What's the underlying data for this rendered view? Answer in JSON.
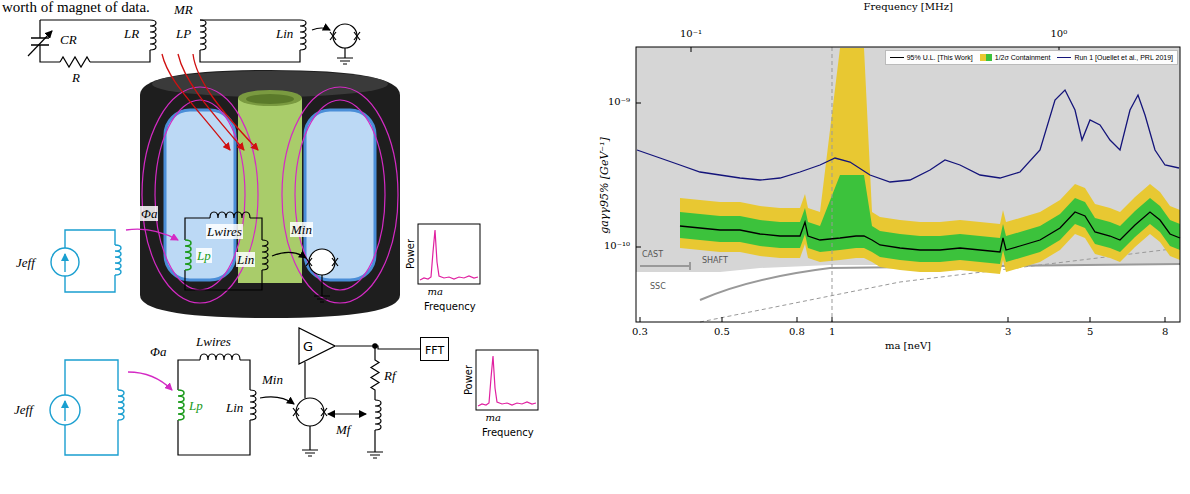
{
  "diagram": {
    "nodes": [
      {
        "text": [
          "Power",
          "ma",
          "Frequency"
        ]
      },
      {
        "text": [
          "G"
        ]
      },
      {
        "text": [
          "FFT"
        ]
      },
      {
        "text": [
          "Power",
          "ma",
          "Frequency"
        ]
      }
    ],
    "edges": [
      {
        "from": 1,
        "to": 2,
        "arrow": "none"
      }
    ],
    "labels": [
      "worth of magnet of data.",
      "MR",
      "CR",
      "LR",
      "LP",
      "Lin",
      "R",
      "Φa",
      "Jeff",
      "Lwires",
      "Lp",
      "Lin",
      "Min",
      "Φa",
      "Lwires",
      "Jeff",
      "Lp",
      "Lin",
      "Min",
      "Rf",
      "Mf",
      "Frequency [MHz]",
      "10⁻¹",
      "10⁰",
      "10⁻⁹",
      "10⁻¹⁰",
      "gaγγ95% [GeV⁻¹]",
      "0.3",
      "0.5",
      "0.8",
      "1",
      "3",
      "5",
      "8",
      "ma [neV]",
      "CAST",
      "SHAFT",
      "SSC"
    ],
    "legend": [
      {
        "text": "95% U.L. [This Work]"
      },
      {
        "text": "1/2σ Containment",
        "color": "#e8c832"
      },
      {
        "text": "Run 1 [Ouellet et al., PRL 2019]"
      }
    ]
  }
}
